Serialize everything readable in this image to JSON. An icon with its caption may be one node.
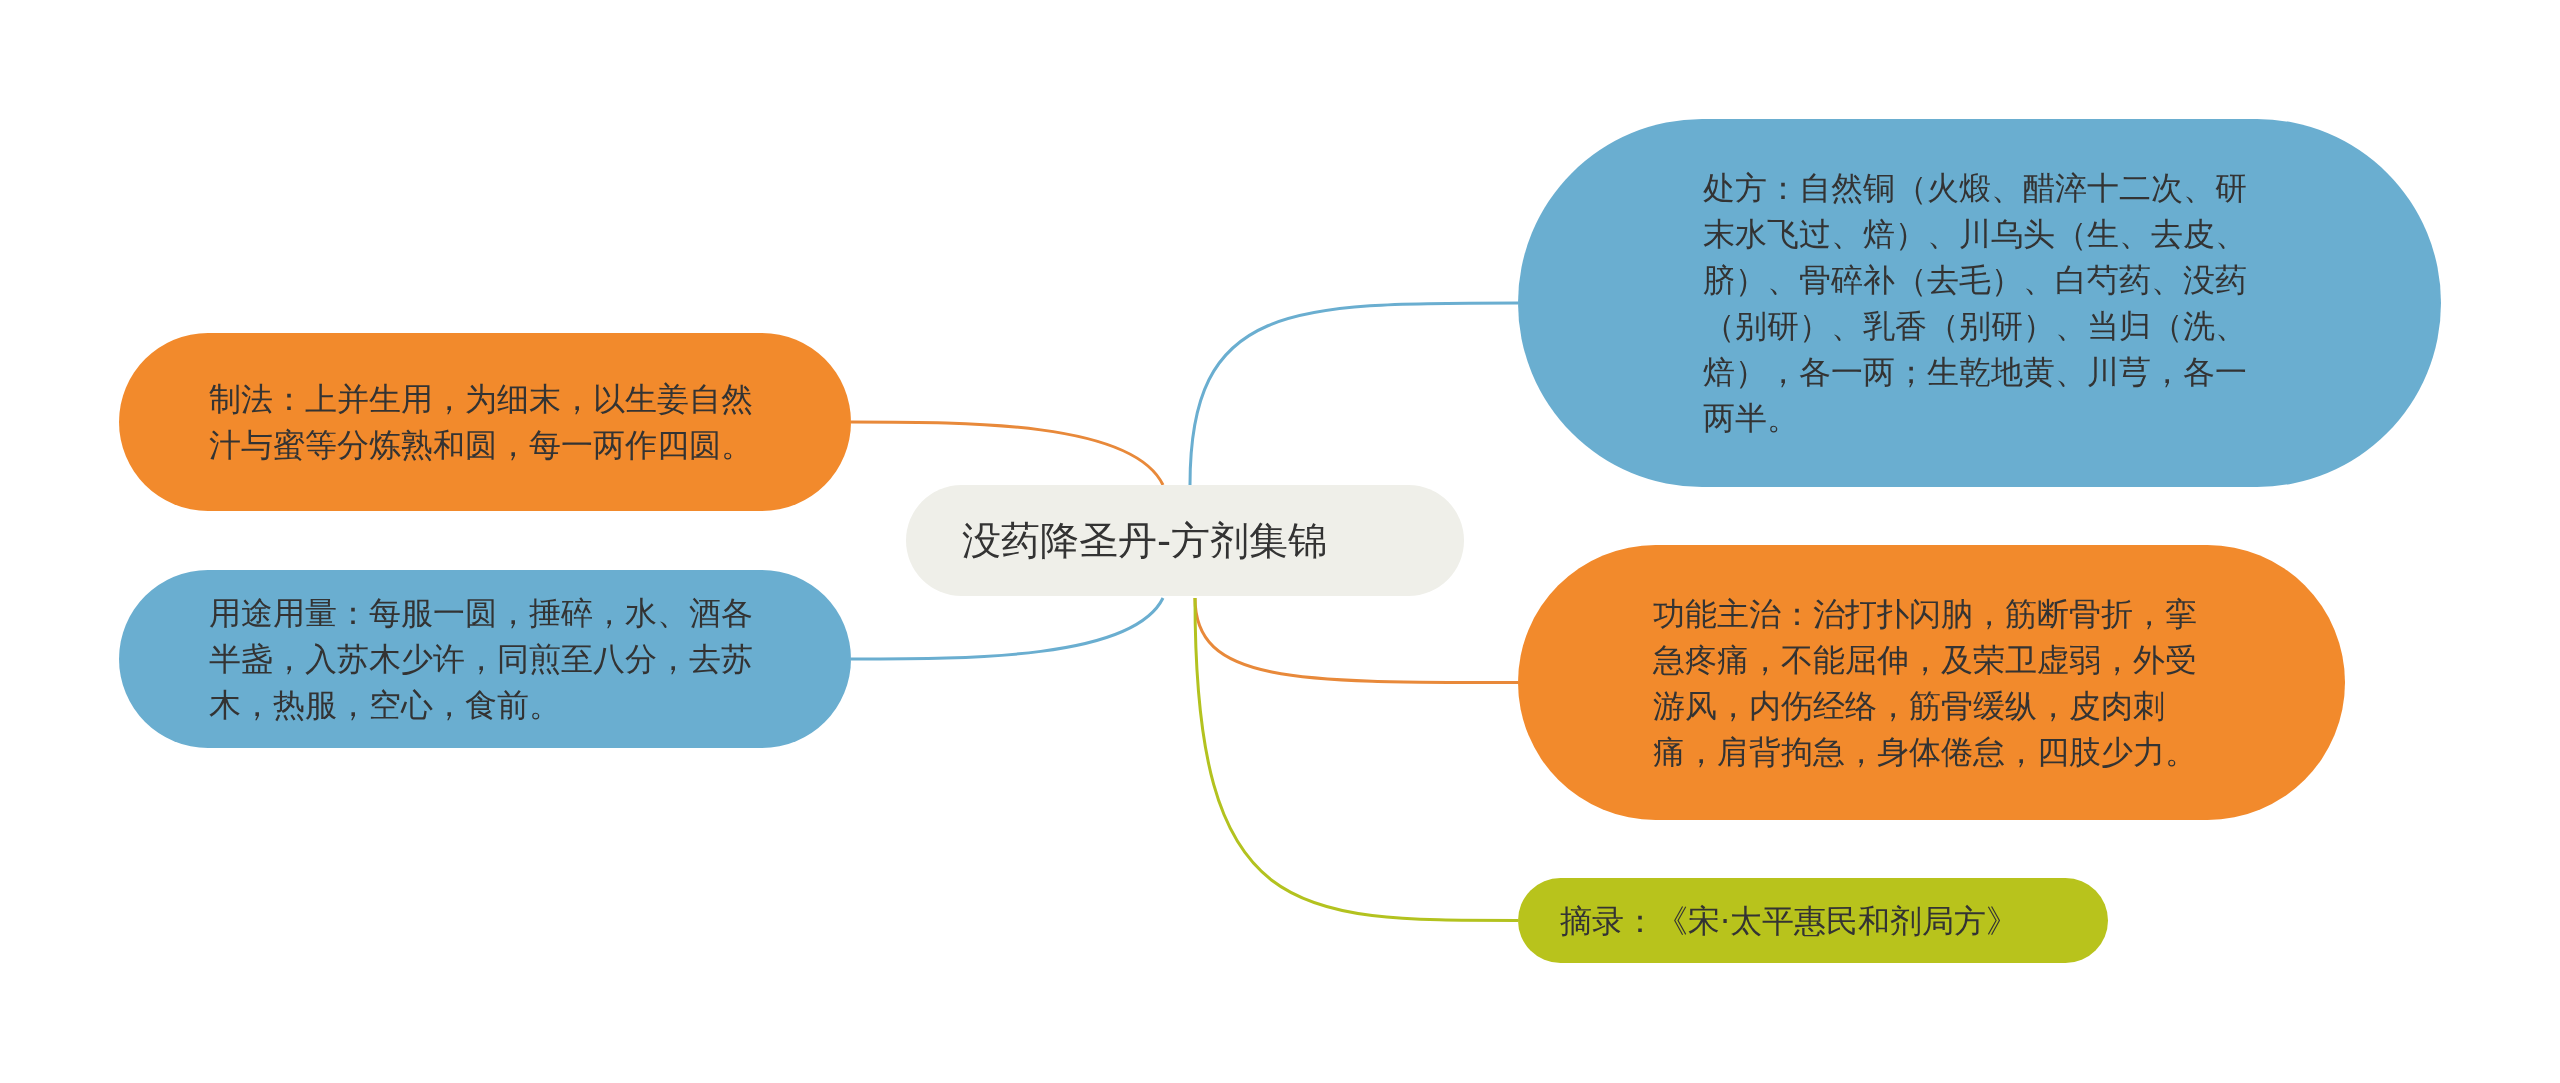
{
  "diagram": {
    "nodes": [
      {
        "text": [
          "没药降圣丹-方剂集锦"
        ]
      },
      {
        "text": [
          "制法：上并生用，为细末，以生姜自然汁与蜜等分炼熟和圆，每一两作四圆。"
        ]
      },
      {
        "text": [
          "用途用量：每服一圆，捶碎，水、酒各半盏，入苏木少许，同煎至八分，去苏木，热服，空心，食前。"
        ]
      },
      {
        "text": [
          "处方：自然铜（火煅、醋淬十二次、研末水飞过、焙）、川乌头（生、去皮、脐）、骨碎补（去毛）、白芍药、没药（别研）、乳香（别研）、当归（洗、焙），各一两；生乾地黄、川芎，各一两半。"
        ]
      },
      {
        "text": [
          "功能主治：治打扑闪肭，筋断骨折，挛急疼痛，不能屈伸，及荣卫虚弱，外受游风，内伤经络，筋骨缓纵，皮肉刺痛，肩背拘急，身体倦怠，四肢少力。"
        ]
      },
      {
        "text": [
          "摘录：《宋·太平惠民和剂局方》"
        ]
      }
    ],
    "edges": [
      {
        "from": 0,
        "to": 1,
        "arrow": "none",
        "color": "#e8893a"
      },
      {
        "from": 0,
        "to": 2,
        "arrow": "none",
        "color": "#6aaed0"
      },
      {
        "from": 0,
        "to": 3,
        "arrow": "none",
        "color": "#6aaed0"
      },
      {
        "from": 0,
        "to": 4,
        "arrow": "none",
        "color": "#e8893a"
      },
      {
        "from": 0,
        "to": 5,
        "arrow": "none",
        "color": "#b3c21f"
      }
    ]
  }
}
